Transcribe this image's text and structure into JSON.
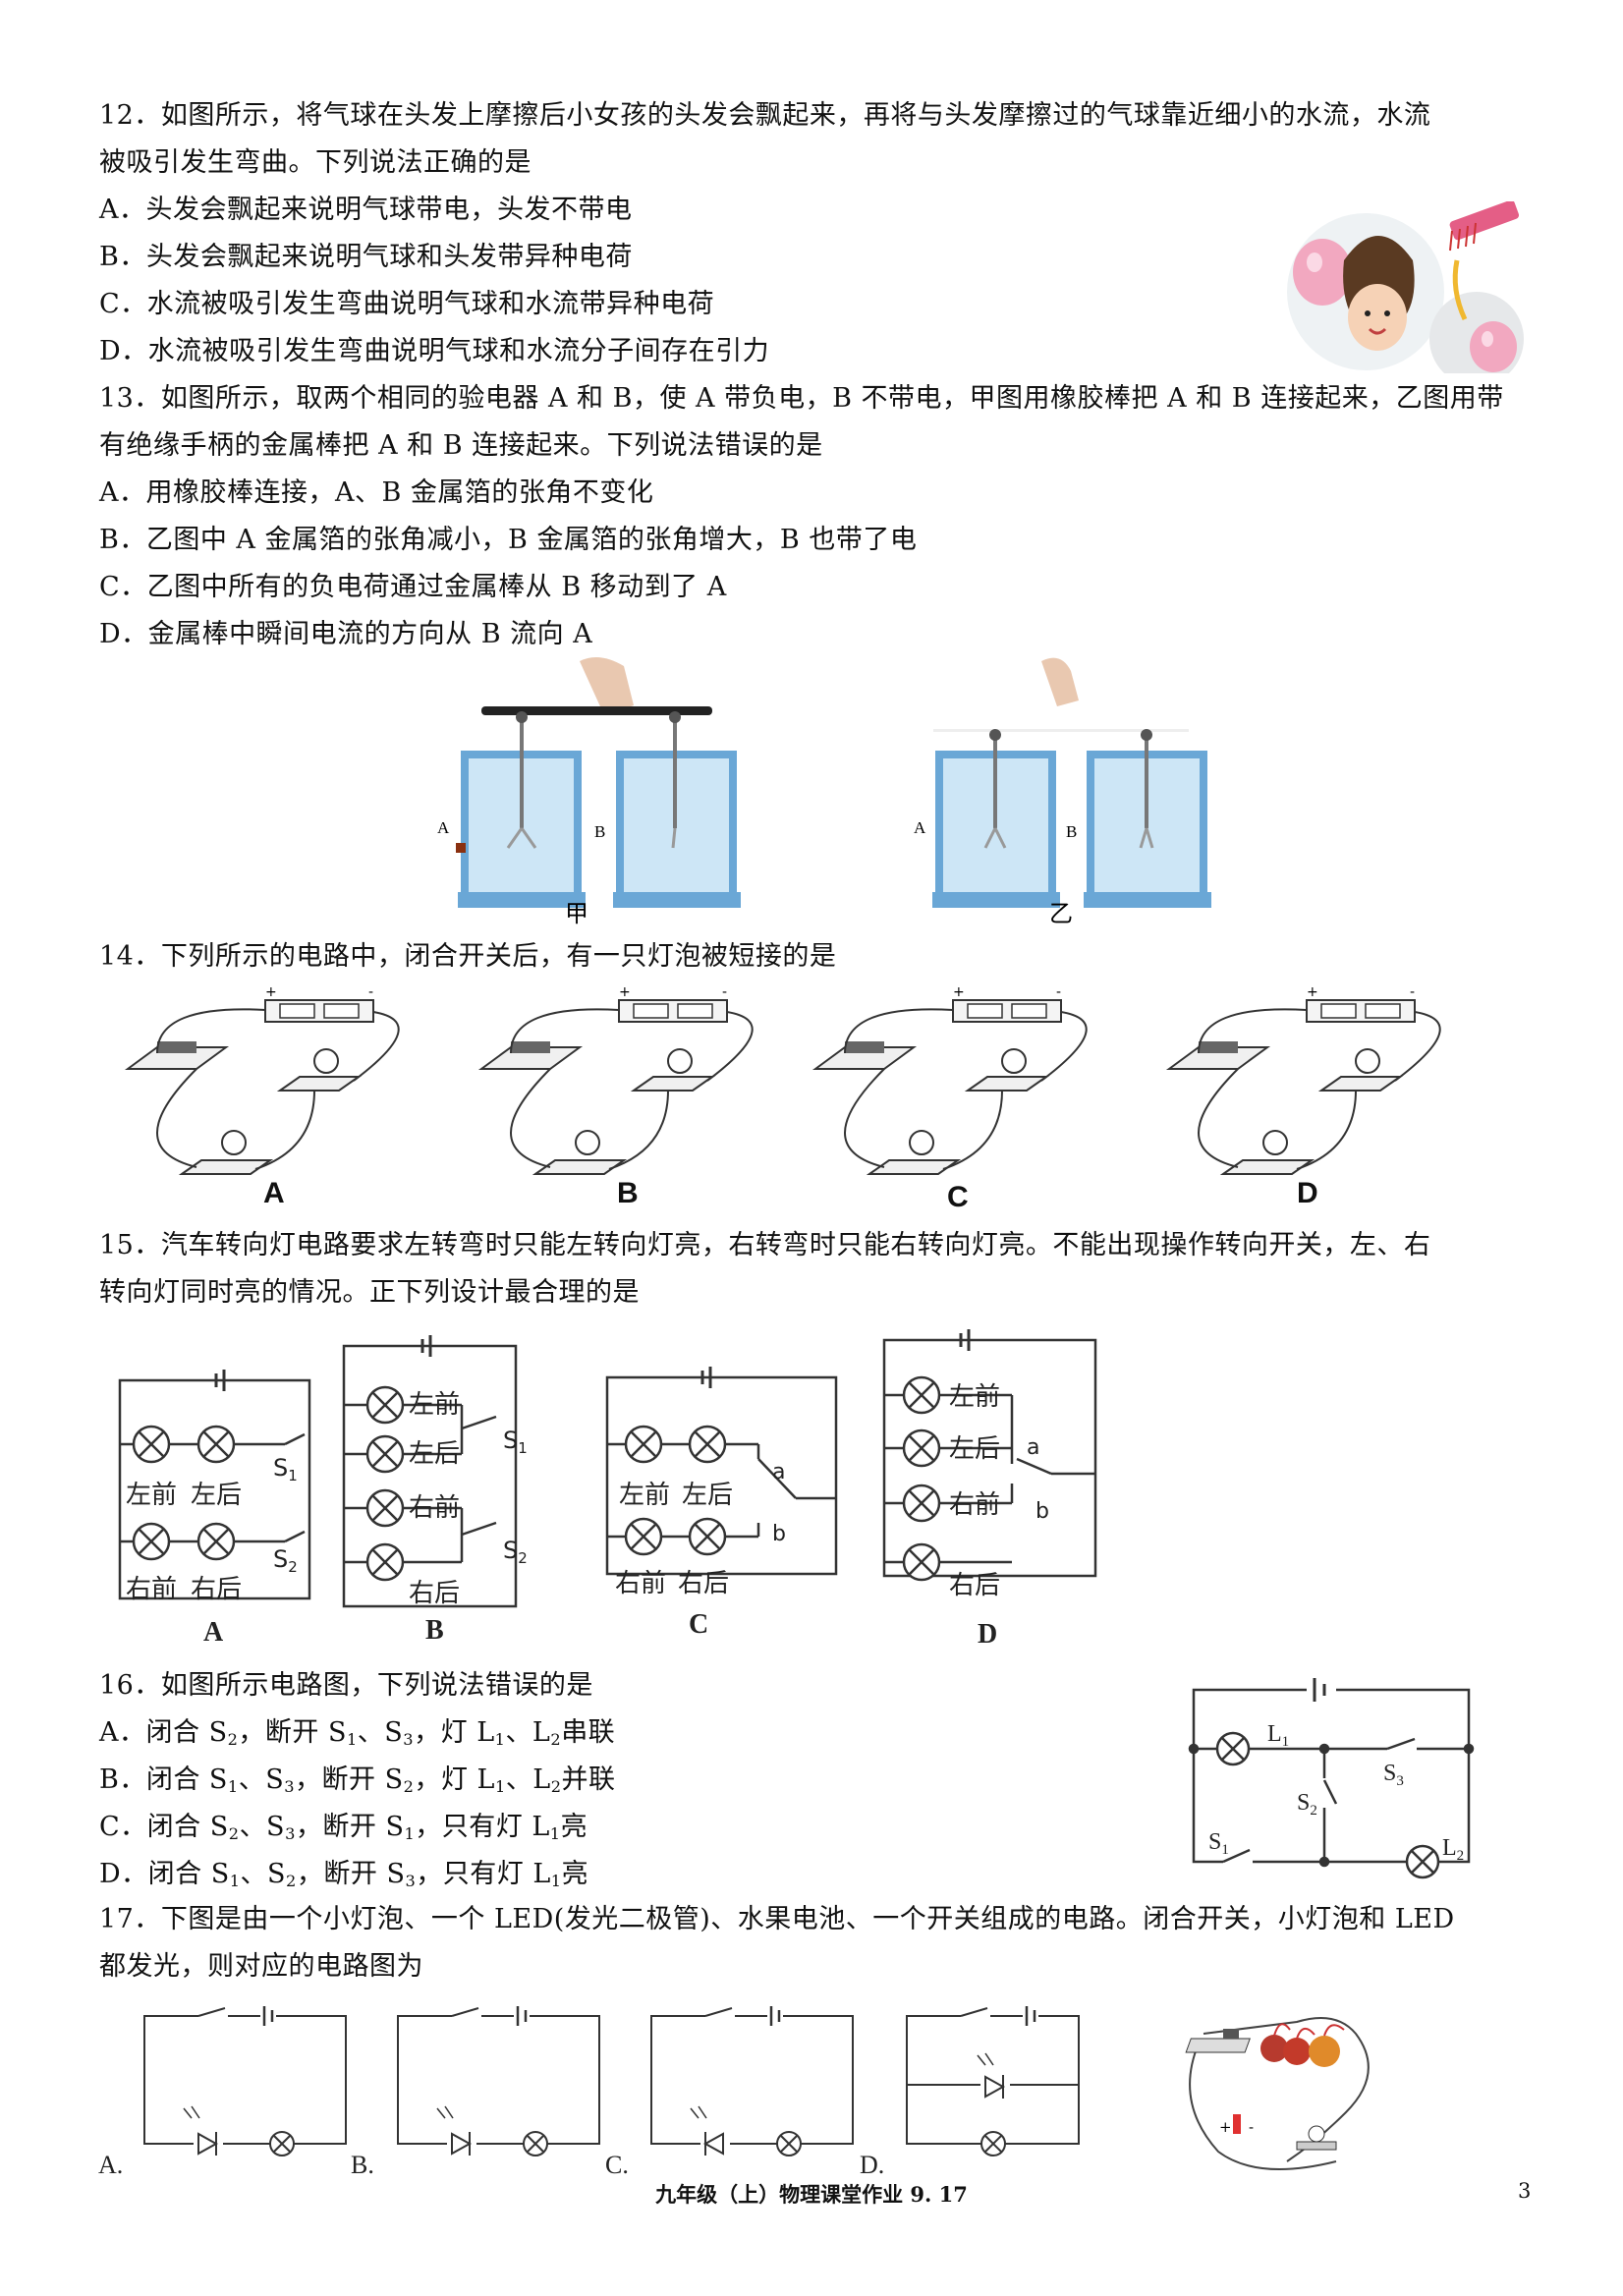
{
  "q12": {
    "stem1": "12．如图所示，将气球在头发上摩擦后小女孩的头发会飘起来，再将与头发摩擦过的气球靠近细小的水流，水流",
    "stem2": "被吸引发生弯曲。下列说法正确的是",
    "a": "A．头发会飘起来说明气球带电，头发不带电",
    "b": "B．头发会飘起来说明气球和头发带异种电荷",
    "c": "C．水流被吸引发生弯曲说明气球和水流带异种电荷",
    "d": "D．水流被吸引发生弯曲说明气球和水流分子间存在引力"
  },
  "q13": {
    "stem1": "13．如图所示，取两个相同的验电器 A 和 B，使 A 带负电，B 不带电，甲图用橡胶棒把 A 和 B 连接起来，乙图用带",
    "stem2": "有绝缘手柄的金属棒把 A 和 B 连接起来。下列说法错误的是",
    "a": "A．用橡胶棒连接，A、B 金属箔的张角不变化",
    "b": "B．乙图中 A 金属箔的张角减小，B 金属箔的张角增大，B 也带了电",
    "c": "C．乙图中所有的负电荷通过金属棒从 B 移动到了 A",
    "d": "D．金属棒中瞬间电流的方向从 B 流向 A",
    "fig_jia": "甲",
    "fig_yi": "乙",
    "label_a": "A",
    "label_b": "B"
  },
  "q14": {
    "stem": "14．下列所示的电路中，闭合开关后，有一只灯泡被短接的是",
    "labels": [
      "A",
      "B",
      "C",
      "D"
    ]
  },
  "q15": {
    "stem1": "15．汽车转向灯电路要求左转弯时只能左转向灯亮，右转弯时只能右转向灯亮。不能出现操作转向开关，左、右",
    "stem2": "转向灯同时亮的情况。正下列设计最合理的是",
    "lamp_lf": "左前",
    "lamp_lr": "左后",
    "lamp_rf": "右前",
    "lamp_rr": "右后",
    "s1": "S",
    "s2": "S",
    "sub1": "1",
    "sub2": "2",
    "a_sw": "a",
    "b_sw": "b",
    "labels": [
      "A",
      "B",
      "C",
      "D"
    ]
  },
  "q16": {
    "stem": "16．如图所示电路图，下列说法错误的是",
    "a_pre": "A．闭合 S",
    "a_mid1": "，断开 S",
    "a_mid2": "、S",
    "a_mid3": "，灯 L",
    "a_mid4": "、L",
    "a_end": "串联",
    "b_pre": "B．闭合 S",
    "b_mid1": "、S",
    "b_mid2": "，断开 S",
    "b_mid3": "，灯 L",
    "b_mid4": "、L",
    "b_end": "并联",
    "c_pre": "C．闭合 S",
    "c_mid1": "、S",
    "c_mid2": "，断开 S",
    "c_mid3": "，只有灯 L",
    "c_end": "亮",
    "d_pre": "D．闭合 S",
    "d_mid1": "、S",
    "d_mid2": "，断开 S",
    "d_mid3": "，只有灯 L",
    "d_end": "亮",
    "n1": "1",
    "n2": "2",
    "n3": "3",
    "L": "L",
    "S": "S"
  },
  "q17": {
    "stem1": "17．下图是由一个小灯泡、一个 LED(发光二极管)、水果电池、一个开关组成的电路。闭合开关，小灯泡和 LED",
    "stem2": "都发光，则对应的电路图为",
    "labels": [
      "A.",
      "B.",
      "C.",
      "D."
    ],
    "plus": "+",
    "minus": "-"
  },
  "footer": "九年级（上）物理课堂作业 9. 17",
  "page_number": "3"
}
